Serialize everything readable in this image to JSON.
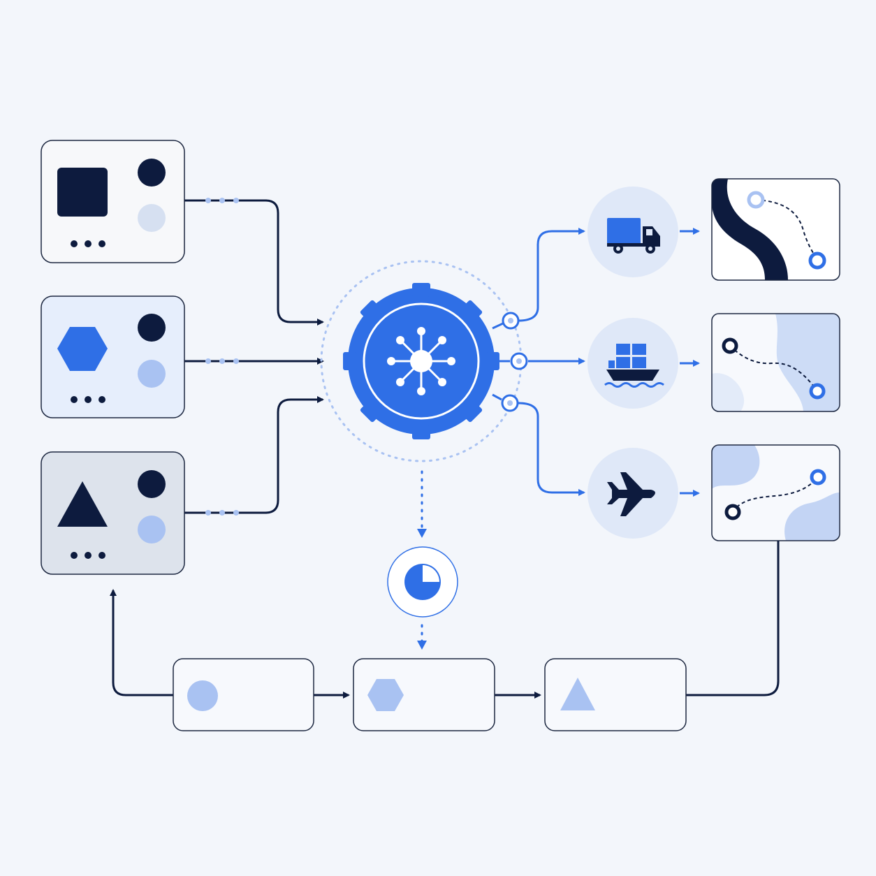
{
  "colors": {
    "background": "#f3f6fb",
    "navy": "#0d1b3e",
    "blue": "#2f6fe6",
    "blue_light": "#a9c2f2",
    "blue_pale": "#dfe8f8",
    "card_white": "#f7f8fa",
    "card_blue": "#e6eefc",
    "card_gray": "#dde3ec",
    "border": "#1c2740"
  },
  "input_cards": [
    {
      "name": "square",
      "shape": "square-icon",
      "tint": "white"
    },
    {
      "name": "hexagon",
      "shape": "hexagon-icon",
      "tint": "blue"
    },
    {
      "name": "triangle",
      "shape": "triangle-icon",
      "tint": "gray"
    }
  ],
  "hub": {
    "icon": "network-hub-gear-icon"
  },
  "progress": {
    "icon": "pie-progress-icon",
    "fraction": 0.75
  },
  "transport_modes": [
    {
      "name": "truck",
      "icon": "truck-icon"
    },
    {
      "name": "ship",
      "icon": "cargo-ship-icon"
    },
    {
      "name": "plane",
      "icon": "airplane-icon"
    }
  ],
  "route_maps": [
    {
      "name": "route-map-1",
      "icon": "route-map-icon"
    },
    {
      "name": "route-map-2",
      "icon": "route-map-icon"
    },
    {
      "name": "route-map-3",
      "icon": "route-map-icon"
    }
  ],
  "pipeline_stages": [
    {
      "name": "circle-stage",
      "icon": "circle-icon"
    },
    {
      "name": "hexagon-stage",
      "icon": "hexagon-icon"
    },
    {
      "name": "triangle-stage",
      "icon": "triangle-icon"
    }
  ]
}
